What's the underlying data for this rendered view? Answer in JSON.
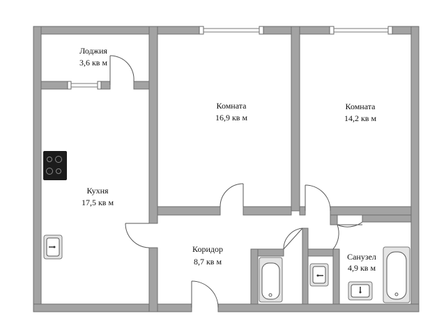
{
  "rooms": {
    "loggia": {
      "name": "Лоджия",
      "area": "3,6 кв м"
    },
    "room1": {
      "name": "Комната",
      "area": "16,9 кв м"
    },
    "room2": {
      "name": "Комната",
      "area": "14,2 кв м"
    },
    "kitchen": {
      "name": "Кухня",
      "area": "17,5 кв м"
    },
    "corridor": {
      "name": "Коридор",
      "area": "8,7 кв м"
    },
    "bathroom": {
      "name": "Санузел",
      "area": "4,9 кв м"
    }
  },
  "colors": {
    "wall": "#a3a3a3",
    "wall_edge": "#6e6e6e",
    "stove": "#1c1c1c",
    "background": "#ffffff"
  }
}
